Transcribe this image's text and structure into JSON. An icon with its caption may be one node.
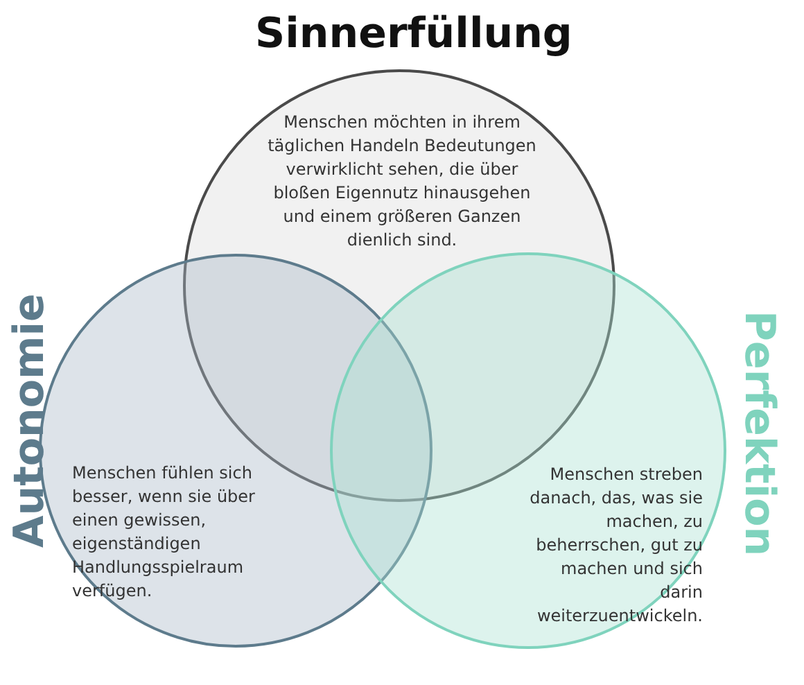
{
  "diagram": {
    "nodes": [
      {
        "text": [
          "Sinnerfüllung",
          "Menschen möchten in ihrem täglichen Handeln Bedeutungen verwirklicht sehen, die über bloßen Eigennutz hinausgehen und einem größeren Ganzen dienlich sind."
        ]
      },
      {
        "text": [
          "Autonomie",
          "Menschen fühlen sich besser, wenn sie über einen gewissen, eigenständigen Handlungsspielraum verfügen."
        ]
      },
      {
        "text": [
          "Perfektion",
          "Menschen streben danach, das, was sie machen, zu beherrschen, gut zu machen und sich darin weiterzuentwickeln."
        ]
      }
    ],
    "edges": []
  }
}
